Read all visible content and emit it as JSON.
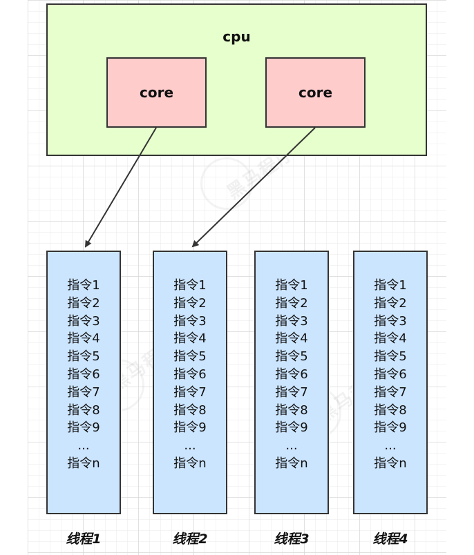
{
  "cpu": {
    "label": "cpu",
    "cores": [
      "core",
      "core"
    ]
  },
  "threads": [
    {
      "label": "线程1",
      "instructions": [
        "指令1",
        "指令2",
        "指令3",
        "指令4",
        "指令5",
        "指令6",
        "指令7",
        "指令8",
        "指令9",
        "...",
        "指令n"
      ]
    },
    {
      "label": "线程2",
      "instructions": [
        "指令1",
        "指令2",
        "指令3",
        "指令4",
        "指令5",
        "指令6",
        "指令7",
        "指令8",
        "指令9",
        "...",
        "指令n"
      ]
    },
    {
      "label": "线程3",
      "instructions": [
        "指令1",
        "指令2",
        "指令3",
        "指令4",
        "指令5",
        "指令6",
        "指令7",
        "指令8",
        "指令9",
        "...",
        "指令n"
      ]
    },
    {
      "label": "线程4",
      "instructions": [
        "指令1",
        "指令2",
        "指令3",
        "指令4",
        "指令5",
        "指令6",
        "指令7",
        "指令8",
        "指令9",
        "...",
        "指令n"
      ]
    }
  ],
  "watermark": "黑马程序员",
  "colors": {
    "cpu_fill": "#e6ffcc",
    "core_fill": "#ffcccc",
    "thread_fill": "#cce5ff",
    "stroke": "#333333"
  }
}
